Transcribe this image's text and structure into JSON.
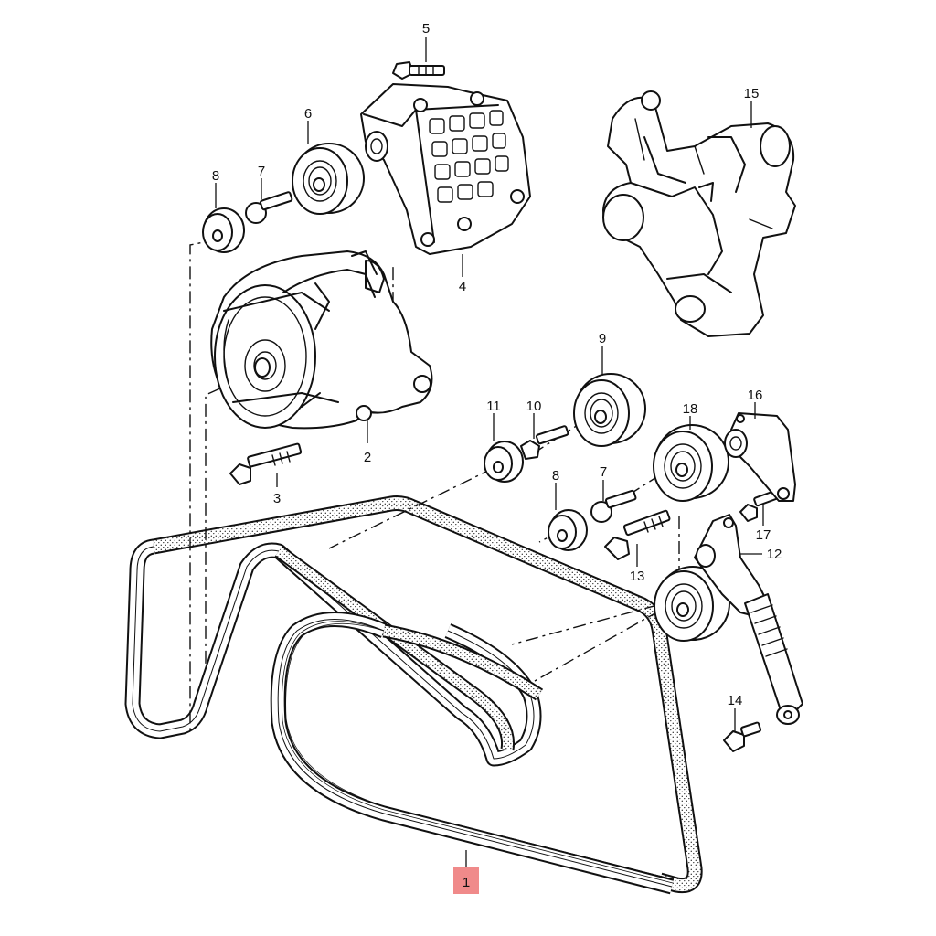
{
  "callouts": [
    {
      "id": "1",
      "text": "1",
      "highlighted": true
    },
    {
      "id": "2",
      "text": "2"
    },
    {
      "id": "3",
      "text": "3"
    },
    {
      "id": "4",
      "text": "4"
    },
    {
      "id": "5",
      "text": "5"
    },
    {
      "id": "6",
      "text": "6"
    },
    {
      "id": "7a",
      "text": "7"
    },
    {
      "id": "7b",
      "text": "7"
    },
    {
      "id": "8a",
      "text": "8"
    },
    {
      "id": "8b",
      "text": "8"
    },
    {
      "id": "9",
      "text": "9"
    },
    {
      "id": "10",
      "text": "10"
    },
    {
      "id": "11",
      "text": "11"
    },
    {
      "id": "12",
      "text": "12"
    },
    {
      "id": "13",
      "text": "13"
    },
    {
      "id": "14",
      "text": "14"
    },
    {
      "id": "15",
      "text": "15"
    },
    {
      "id": "16",
      "text": "16"
    },
    {
      "id": "17",
      "text": "17"
    },
    {
      "id": "18",
      "text": "18"
    }
  ],
  "colors": {
    "ink": "#111111",
    "highlight": "#f08a8a",
    "background": "#ffffff"
  }
}
